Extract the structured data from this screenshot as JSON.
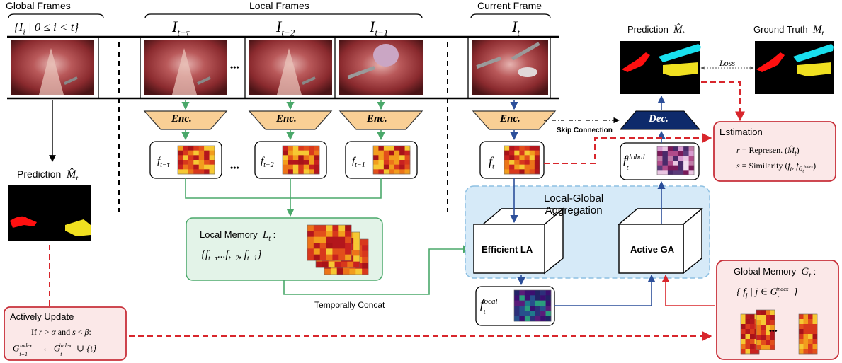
{
  "headers": {
    "global": "Global Frames",
    "local": "Local Frames",
    "current": "Current Frame"
  },
  "frame_labels": {
    "global_set": "{I_i | 0 ≤ i < t}",
    "local_1": "I_{t−τ}",
    "local_2": "I_{t−2}",
    "local_3": "I_{t−1}",
    "current": "I_t"
  },
  "ellipsis": "•••",
  "enc_label": "Enc.",
  "dec_label": "Dec.",
  "skip_connection": "Skip Connection",
  "features": {
    "f_t_tau": "f_{t−τ}",
    "f_t_2": "f_{t−2}",
    "f_t_1": "f_{t−1}",
    "f_t": "f_t",
    "f_global": "f_t^{global}",
    "f_local": "f_t^{local}"
  },
  "prediction_top": "Prediction  M̂_t",
  "ground_truth": "Ground Truth  M_t",
  "loss": "Loss",
  "prediction_left": "Prediction  M̂_t",
  "estimation": {
    "title": "Estimation",
    "line1": "r = Represen. (M̂_t)",
    "line2": "s = Similarity (f_t, f_{G_t^{index}})"
  },
  "aggregation": {
    "title_line1": "Local-Global",
    "title_line2": "Aggregation",
    "efficient_la": "Efficient LA",
    "active_ga": "Active GA"
  },
  "local_memory": {
    "title": "Local Memory  L_t :",
    "set": "{f_{t−τ}...f_{t−2}, f_{t−1}}"
  },
  "temporally_concat": "Temporally Concat",
  "actively_update": {
    "title": "Actively Update",
    "line1": "If r > α and s < β:",
    "line2": "G_{t+1}^{index} ← G_t^{index} ∪ {t}"
  },
  "global_memory": {
    "title": "Global Memory  G_t :",
    "set": "{ f_j | j ∈ G_t^{index} }"
  },
  "colors": {
    "green_arrow": "#4aa86a",
    "blue_arrow": "#2c4f9a",
    "red_dash": "#d8262c",
    "enc_fill": "#f9cf95",
    "dec_fill": "#0e2a6b",
    "agg_fill": "#d6eaf8",
    "mem_fill": "#e3f3e8",
    "red_box_fill": "#fbe8e8",
    "red_box_stroke": "#c8303a"
  }
}
